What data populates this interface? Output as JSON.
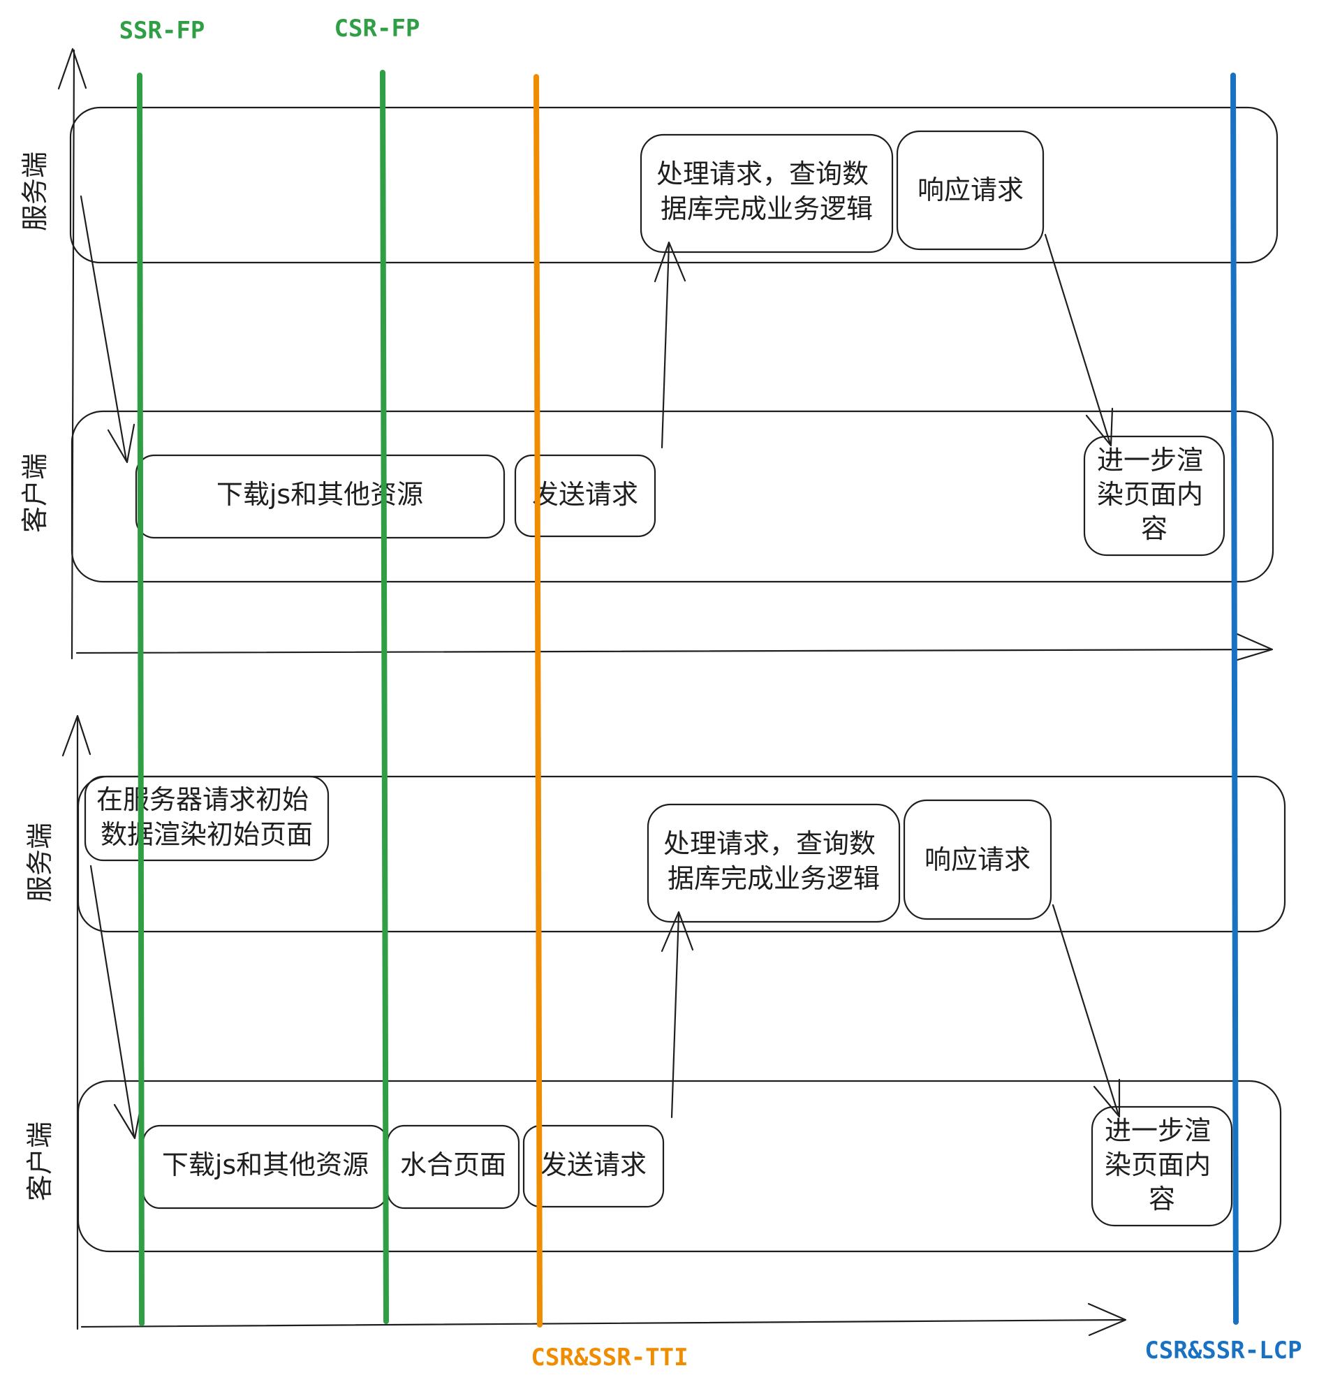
{
  "colors": {
    "ink": "#1e1e1e",
    "green": "#2f9e44",
    "orange": "#f08c00",
    "blue": "#1971c2"
  },
  "markers": {
    "ssr_fp": "SSR-FP",
    "csr_fp": "CSR-FP",
    "tti": "CSR&SSR-TTI",
    "lcp": "CSR&SSR-LCP"
  },
  "csr": {
    "server_lane": "服务端",
    "client_lane": "客户端",
    "server_box1": [
      "处理请求，查询数",
      "据库完成业务逻辑"
    ],
    "server_box2": "响应请求",
    "client_box1": "下载js和其他资源",
    "client_box2": "发送请求",
    "client_box3": [
      "进一步渲",
      "染页面内",
      "容"
    ]
  },
  "ssr": {
    "server_lane": "服务端",
    "client_lane": "客户端",
    "server_box0": [
      "在服务器请求初始",
      "数据渲染初始页面"
    ],
    "server_box1": [
      "处理请求，查询数",
      "据库完成业务逻辑"
    ],
    "server_box2": "响应请求",
    "client_box1": "下载js和其他资源",
    "client_box2": "水合页面",
    "client_box3": "发送请求",
    "client_box4": [
      "进一步渲",
      "染页面内",
      "容"
    ]
  }
}
